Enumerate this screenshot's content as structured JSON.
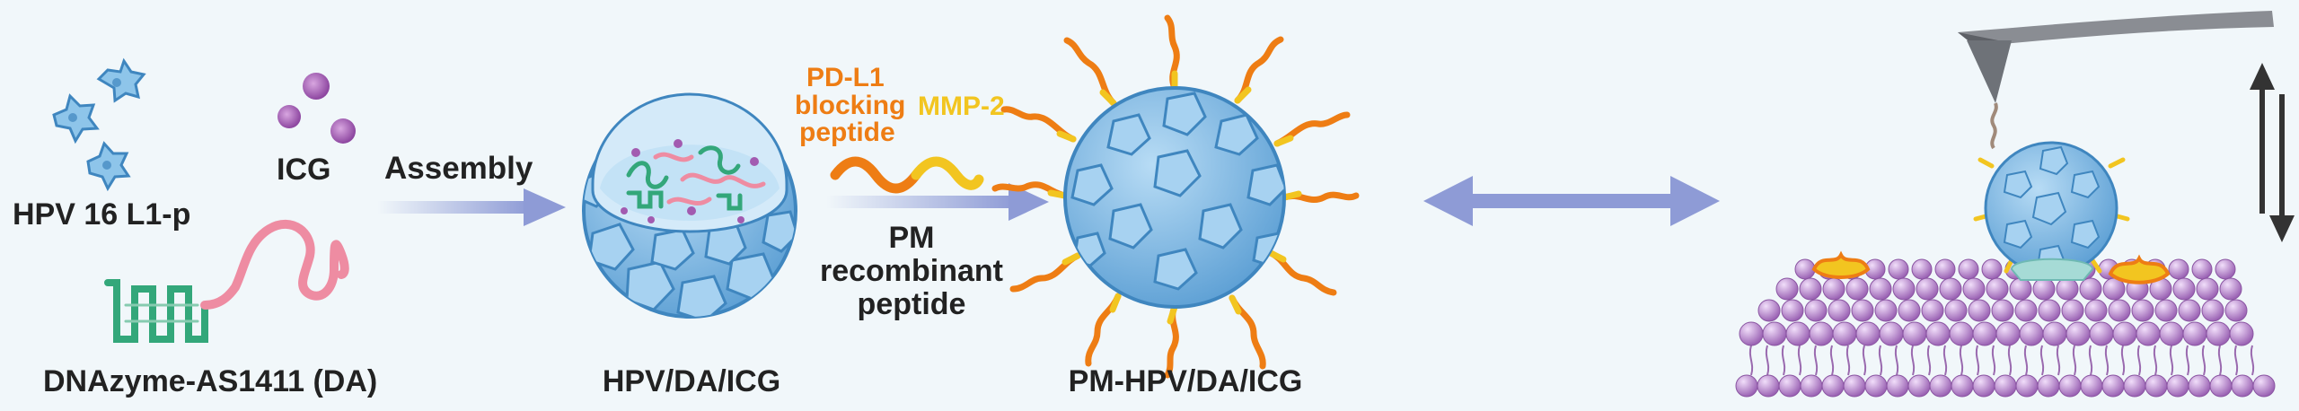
{
  "labels": {
    "hpv": "HPV 16 L1-p",
    "icg": "ICG",
    "dnazyme": "DNAzyme-AS1411 (DA)",
    "assembly": "Assembly",
    "hpv_da_icg": "HPV/DA/ICG",
    "pd_l1_line1": "PD-L1",
    "pd_l1_line2": "blocking",
    "pd_l1_line3": "peptide",
    "mmp2": "MMP-2",
    "pm_line1": "PM",
    "pm_line2": "recombinant",
    "pm_line3": "peptide",
    "pm_hpv": "PM-HPV/DA/ICG"
  },
  "colors": {
    "background": "#f1f7fa",
    "capsid": "#8ec5ea",
    "capsid_dark": "#3f86bf",
    "pd_l1_text": "#ee7d14",
    "mmp2_text": "#f2c520",
    "dna_green": "#33a77a",
    "rna_pink": "#ee8ca2",
    "icg_purple": "#a25bb0",
    "arrow": "#8e9bd6",
    "membrane": "#c69ad8"
  },
  "icons": [
    "hpv-subunit-icon",
    "icg-molecule-icon",
    "dnazyme-strand-icon",
    "capsid-icon",
    "afm-cantilever-icon",
    "cell-membrane-icon",
    "receptor-icon",
    "double-arrow-icon"
  ]
}
